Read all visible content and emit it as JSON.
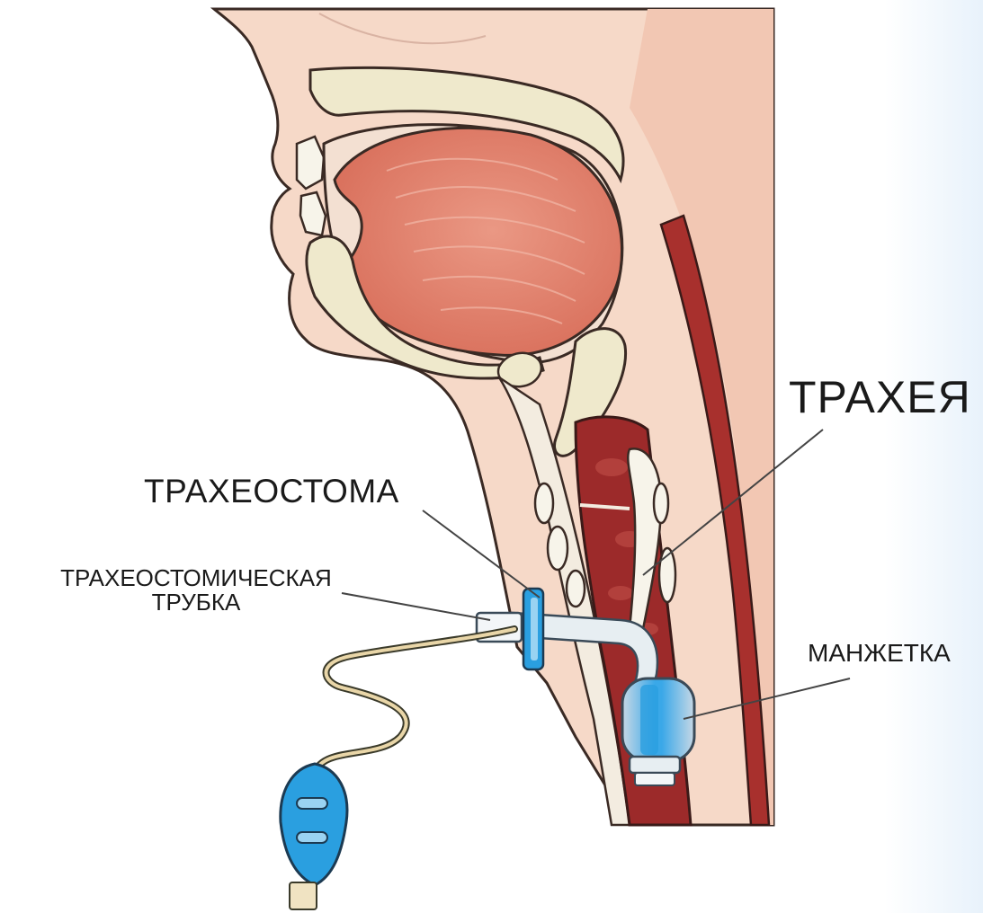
{
  "labels": {
    "trachea": "ТРАХЕЯ",
    "tracheostomy": "ТРАХЕОСТОМА",
    "tube_line1": "ТРАХЕОСТОМИЧЕСКАЯ",
    "tube_line2": "ТРУБКА",
    "cuff": "МАНЖЕТКА"
  },
  "colors": {
    "skin": "#f4d3c0",
    "tongue": "#e37f69",
    "bone": "#efe9cc",
    "trachea": "#9c2a2a",
    "device_blue": "#2a9fe0",
    "leader_line": "#444444"
  }
}
